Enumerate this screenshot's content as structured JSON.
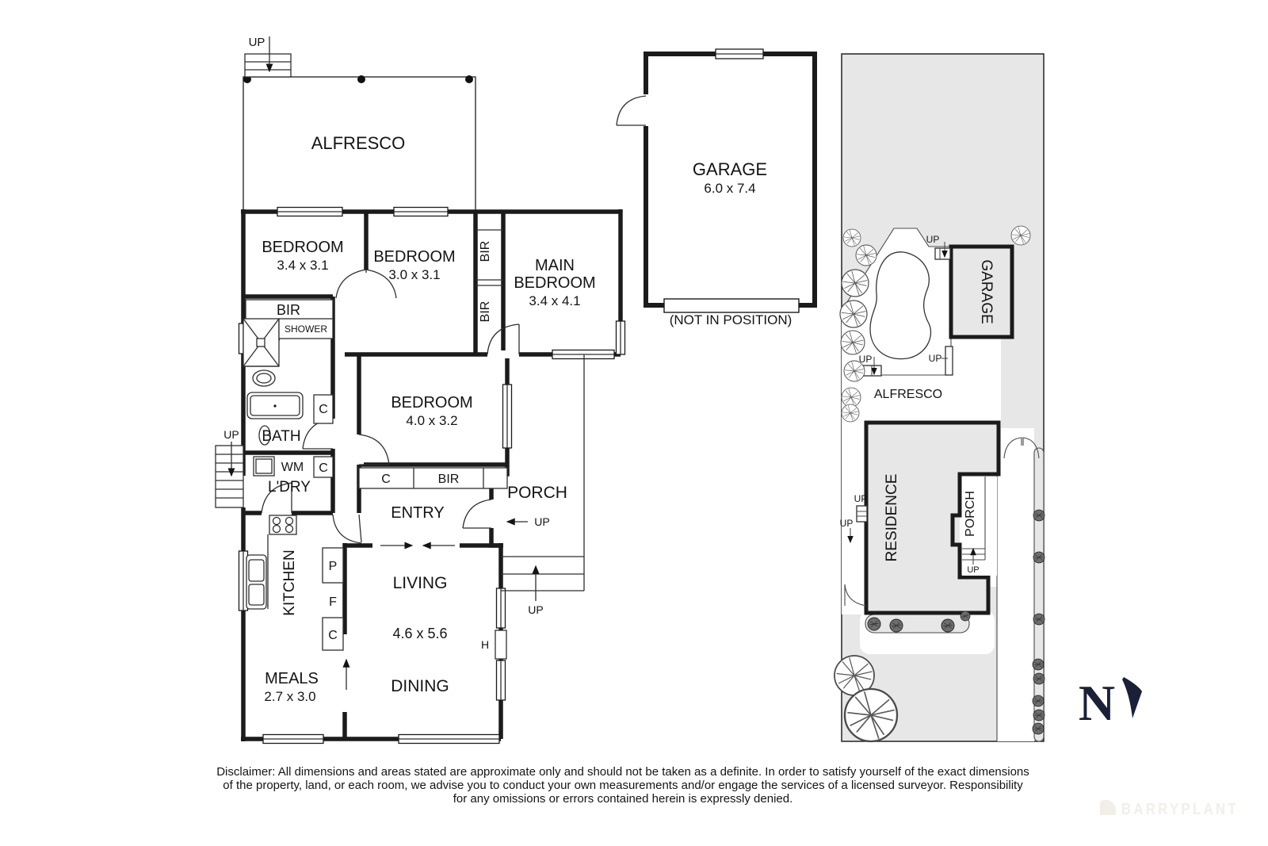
{
  "plan": {
    "up": "UP",
    "alfresco": "ALFRESCO",
    "bed1": {
      "name": "BEDROOM",
      "dims": "3.4 x 3.1"
    },
    "bed2": {
      "name": "BEDROOM",
      "dims": "3.0 x 3.1"
    },
    "main_bed": {
      "line1": "MAIN",
      "line2": "BEDROOM",
      "dims": "3.4 x 4.1"
    },
    "bed4": {
      "name": "BEDROOM",
      "dims": "4.0 x 3.2"
    },
    "bir": "BIR",
    "shower": "SHOWER",
    "bath": "BATH",
    "wm": "WM",
    "ldry": "L'DRY",
    "kitchen": "KITCHEN",
    "meals": {
      "name": "MEALS",
      "dims": "2.7 x 3.0"
    },
    "living": {
      "name": "LIVING",
      "dims": "4.6 x 5.6"
    },
    "dining": "DINING",
    "entry": "ENTRY",
    "porch": "PORCH",
    "c": "C",
    "p": "P",
    "f": "F",
    "h": "H"
  },
  "garage_detached": {
    "name": "GARAGE",
    "dims": "6.0 x 7.4",
    "note": "(NOT IN POSITION)"
  },
  "site": {
    "garage": "GARAGE",
    "alfresco": "ALFRESCO",
    "residence": "RESIDENCE",
    "porch": "PORCH",
    "up": "UP"
  },
  "compass": {
    "north": "N"
  },
  "disclaimer": {
    "line1": "Disclaimer: All dimensions and areas stated are approximate only and should not be taken as a definite. In order to satisfy yourself of the exact dimensions",
    "line2": "of the property, land, or each room, we advise you to conduct your own measurements and/or engage the services of a licensed surveyor. Responsibility",
    "line3": "for any omissions or errors contained herein is expressly denied."
  },
  "watermark": {
    "brand": "BARRYPLANT"
  },
  "colors": {
    "land": "#e7e7e7",
    "wall": "#1b1b1b",
    "navy": "#1a2038",
    "watermark": "#f2efe8"
  }
}
